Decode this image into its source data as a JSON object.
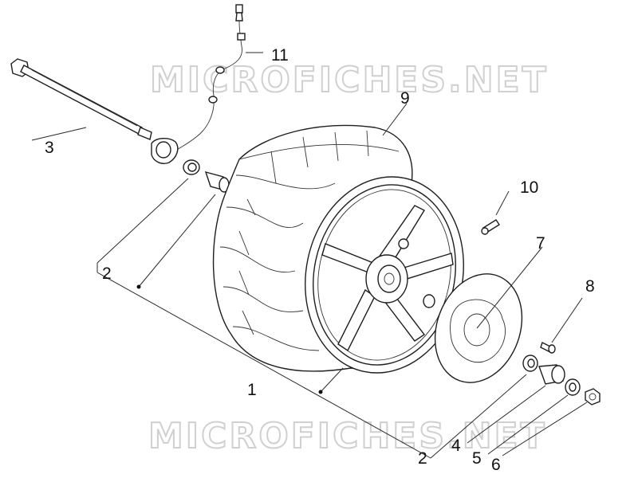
{
  "watermark": {
    "top": "MICROFICHES.NET",
    "bottom": "MICROFICHES.NET"
  },
  "callouts": {
    "c1": "1",
    "c2a": "2",
    "c2b": "2",
    "c3": "3",
    "c4": "4",
    "c5": "5",
    "c6": "6",
    "c7": "7",
    "c8": "8",
    "c9": "9",
    "c10": "10",
    "c11": "11"
  }
}
